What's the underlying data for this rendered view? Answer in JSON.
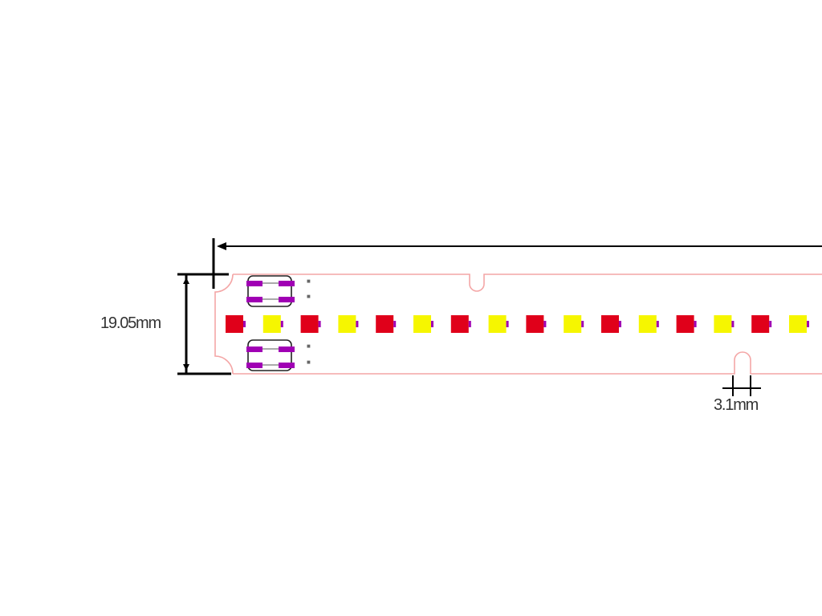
{
  "dimensions": {
    "width_label": "19.05mm",
    "slot_label": "3.1mm"
  },
  "leds": {
    "sequence": [
      "red",
      "yellow",
      "red",
      "yellow",
      "red",
      "yellow",
      "red",
      "yellow",
      "red",
      "yellow",
      "red",
      "yellow",
      "red",
      "yellow",
      "red",
      "yellow"
    ]
  },
  "colors": {
    "board_outline": "#f4a6a6",
    "led_red": "#e0001a",
    "led_yellow": "#f6f600",
    "pad_purple": "#a000b4",
    "dimension_line": "#000000"
  }
}
